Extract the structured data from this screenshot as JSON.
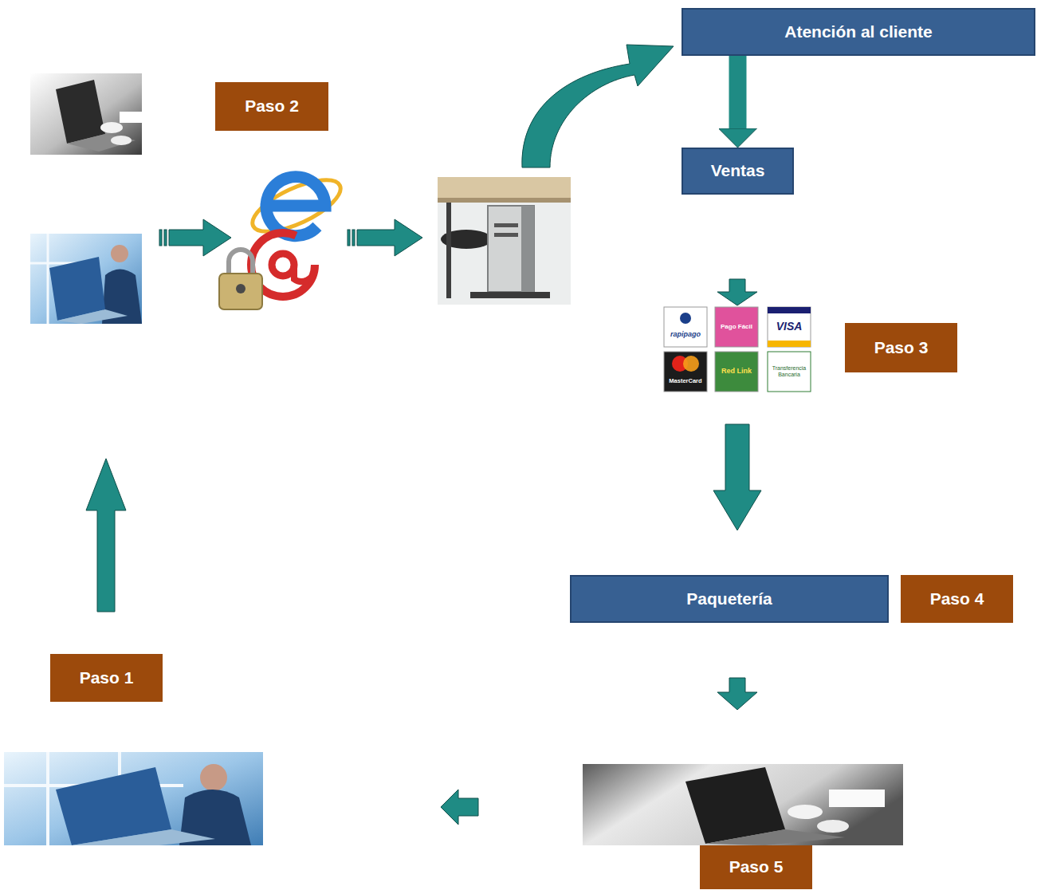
{
  "diagram": {
    "nodes": [
      {
        "text": [
          "Paso 2"
        ]
      },
      {
        "text": [
          "Atención al cliente"
        ]
      },
      {
        "text": [
          "Ventas"
        ]
      },
      {
        "text": [
          "Paso 3"
        ]
      },
      {
        "text": [
          "Paquetería"
        ]
      },
      {
        "text": [
          "Paso 4"
        ]
      },
      {
        "text": [
          "Paso 1"
        ]
      },
      {
        "text": [
          "Paso 5"
        ]
      }
    ],
    "edges": [
      {
        "from": 1,
        "to": 2,
        "arrow": "to"
      }
    ],
    "labels": [
      "rapipago",
      "Pago Fácil",
      "VISA",
      "MasterCard",
      "Red Link",
      "Transferencia Bancaria"
    ]
  }
}
